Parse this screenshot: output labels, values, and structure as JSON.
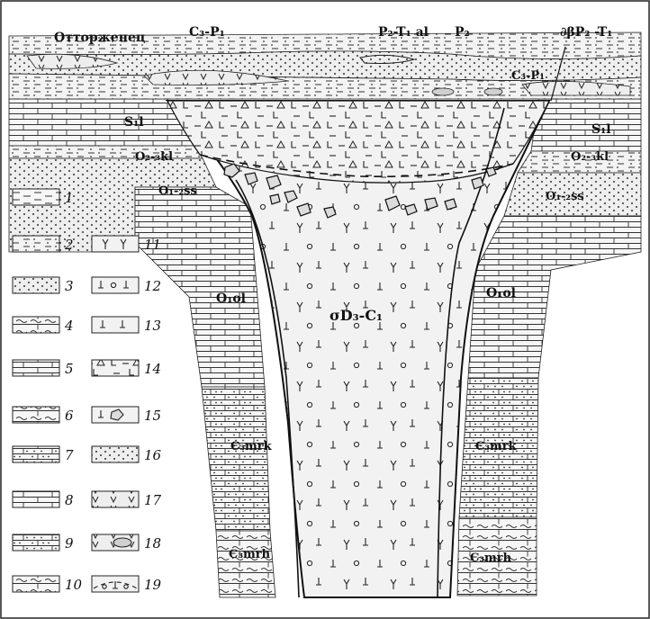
{
  "labels": {
    "ottorzhenets": "Отторженец",
    "c3p1_top": "C₃-P₁",
    "p2t1al": "P₂-T₁ al",
    "p2": "P₂",
    "dikes": "∂βP₂ -T₁",
    "c3p1_right": "C₃-P₁",
    "s1_left": "S₁l",
    "s1_right": "S₁l",
    "o23kl_left": "O₂-₃kl",
    "o23kl_right": "O₂-₃kl",
    "o12ss_left": "O₁-₂ss",
    "o12ss_right": "O₁-₂ss",
    "o1ol_left": "O₁ol",
    "o1ol_right": "O₁ol",
    "pipe": "σD₃-C₁",
    "e3mrk_left": "Є₃mrk",
    "e3mrk_right": "Є₃mrk",
    "e3mrh_left": "Є₃mrh",
    "e3mrh_right": "Є₃mrh"
  },
  "legend": {
    "left": [
      "1",
      "2",
      "3",
      "4",
      "5",
      "6",
      "7",
      "8",
      "9",
      "10"
    ],
    "right": [
      "11",
      "12",
      "13",
      "14",
      "15",
      "16",
      "17",
      "18",
      "19"
    ]
  }
}
